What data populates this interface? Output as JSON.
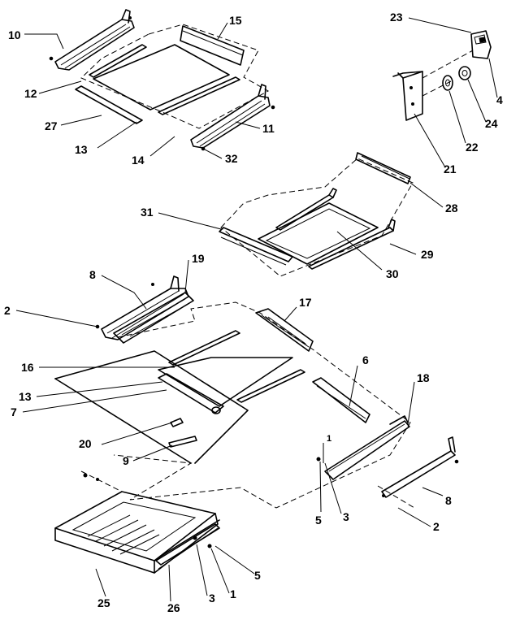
{
  "callouts": [
    {
      "id": "c10a",
      "text": "10"
    },
    {
      "id": "c15",
      "text": "15"
    },
    {
      "id": "c12",
      "text": "12"
    },
    {
      "id": "c27",
      "text": "27"
    },
    {
      "id": "c13a",
      "text": "13"
    },
    {
      "id": "c14",
      "text": "14"
    },
    {
      "id": "c11",
      "text": "11"
    },
    {
      "id": "c32",
      "text": "32"
    },
    {
      "id": "c23",
      "text": "23"
    },
    {
      "id": "c4a",
      "text": "4"
    },
    {
      "id": "c24",
      "text": "24"
    },
    {
      "id": "c22",
      "text": "22"
    },
    {
      "id": "c21",
      "text": "21"
    },
    {
      "id": "c28",
      "text": "28"
    },
    {
      "id": "c31",
      "text": "31"
    },
    {
      "id": "c29",
      "text": "29"
    },
    {
      "id": "c30",
      "text": "30"
    },
    {
      "id": "c8a",
      "text": "8"
    },
    {
      "id": "c19",
      "text": "19"
    },
    {
      "id": "c2a",
      "text": "2"
    },
    {
      "id": "c17",
      "text": "17"
    },
    {
      "id": "c16",
      "text": "16"
    },
    {
      "id": "c6",
      "text": "6"
    },
    {
      "id": "c13b",
      "text": "13"
    },
    {
      "id": "c18",
      "text": "18"
    },
    {
      "id": "c7",
      "text": "7"
    },
    {
      "id": "c20",
      "text": "20"
    },
    {
      "id": "c9",
      "text": "9"
    },
    {
      "id": "c1a",
      "text": "1"
    },
    {
      "id": "c5a",
      "text": "5"
    },
    {
      "id": "c3a",
      "text": "3"
    },
    {
      "id": "c8b",
      "text": "8"
    },
    {
      "id": "c2b",
      "text": "2"
    },
    {
      "id": "c25",
      "text": "25"
    },
    {
      "id": "c26",
      "text": "26"
    },
    {
      "id": "c3b",
      "text": "3"
    },
    {
      "id": "c1b",
      "text": "1"
    },
    {
      "id": "c5b",
      "text": "5"
    }
  ]
}
